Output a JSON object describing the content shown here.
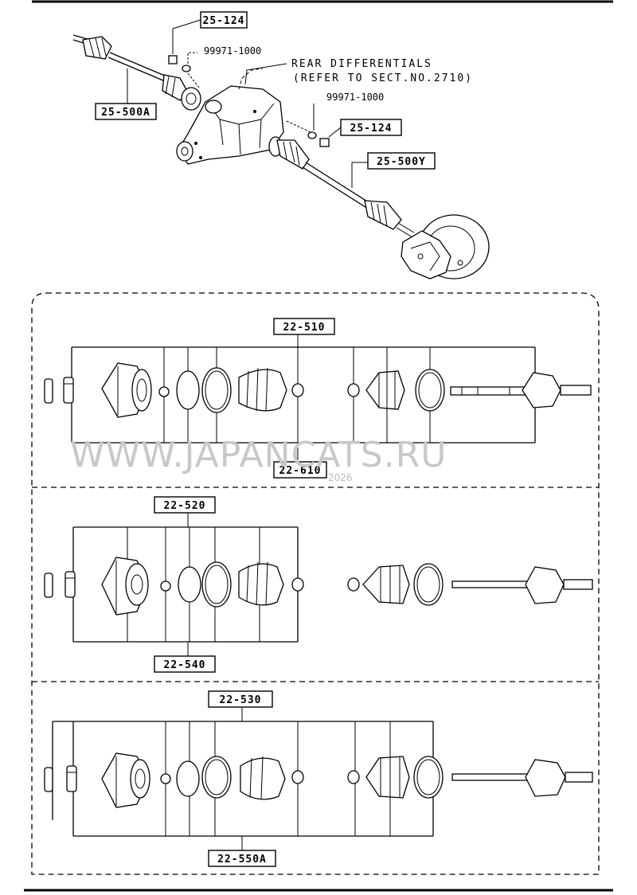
{
  "labels": {
    "top_nut_a": "25-124",
    "washer_a": "99971-1000",
    "shaft_left": "25-500A",
    "note_line1": "REAR DIFFERENTIALS",
    "note_line2": "(REFER TO SECT.NO.2710)",
    "washer_b": "99971-1000",
    "top_nut_b": "25-124",
    "shaft_right": "25-500Y",
    "kit_1_top": "22-510",
    "kit_1_bottom": "22-610",
    "kit_2_top": "22-520",
    "kit_2_bottom": "22-540",
    "kit_3_top": "22-530",
    "kit_3_bottom": "22-550A"
  },
  "watermark": {
    "text": "WWW.JAPANCATS.RU",
    "small": "2026"
  }
}
